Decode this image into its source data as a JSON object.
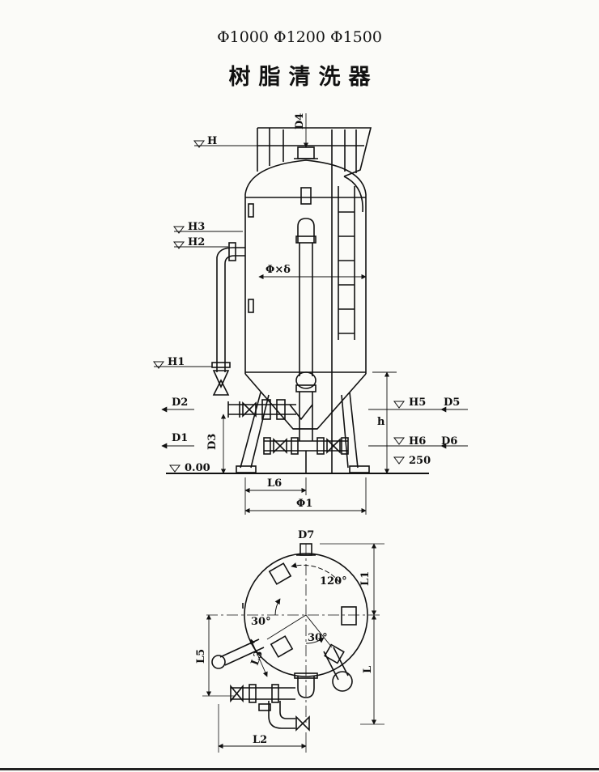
{
  "header": {
    "sizes": "Φ1000  Φ1200  Φ1500",
    "title": "树脂清洗器"
  },
  "elevation": {
    "H": "H",
    "H1": "H1",
    "H2": "H2",
    "H3": "H3",
    "H5": "H5",
    "H6": "H6",
    "zero": "0.00",
    "dim250": "250",
    "D1": "D1",
    "D2": "D2",
    "D3": "D3",
    "D4": "D4",
    "D5": "D5",
    "D6": "D6",
    "h": "h",
    "L6": "L6",
    "phi1": "Φ1",
    "phi_delta": "Φ×δ"
  },
  "plan": {
    "D7": "D7",
    "L1": "L1",
    "L": "L",
    "L2": "L2",
    "L3": "L3",
    "L5": "L5",
    "angle120": "120°",
    "angle30a": "30°",
    "angle30b": "30°"
  }
}
